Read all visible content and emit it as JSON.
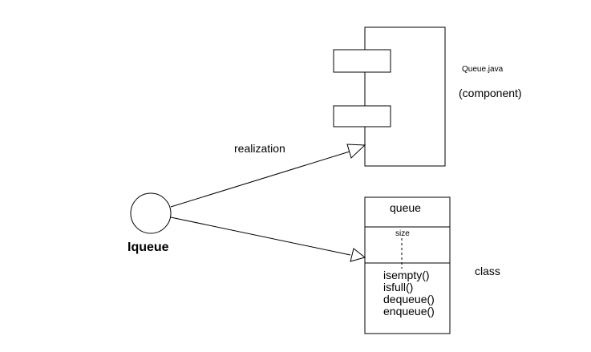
{
  "component": {
    "name": "Queue.java",
    "stereotype": "(component)"
  },
  "class": {
    "name": "queue",
    "attributes": [
      "size"
    ],
    "operations": [
      "isempty()",
      "isfull()",
      "dequeue()",
      "enqueue()"
    ],
    "caption": "class"
  },
  "interface": {
    "name": "Iqueue"
  },
  "relationships": {
    "realization_label": "realization"
  }
}
